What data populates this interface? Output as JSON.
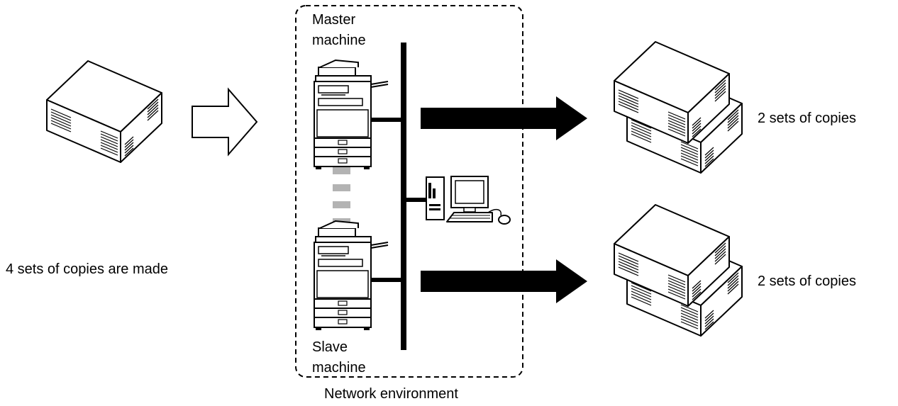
{
  "labels": {
    "master_line1": "Master",
    "master_line2": "machine",
    "slave_line1": "Slave",
    "slave_line2": "machine",
    "source_caption": "4 sets of copies are made",
    "output_top": "2 sets of copies",
    "output_bottom": "2 sets of copies",
    "network": "Network environment"
  },
  "icons": {
    "source_document": "paper-stack-icon",
    "process_arrow": "hollow-arrow-icon",
    "master_device": "copier-icon",
    "slave_device": "copier-icon",
    "computer": "desktop-computer-icon",
    "output_arrow": "solid-arrow-icon",
    "output_stack": "paper-stack-icon"
  },
  "colors": {
    "line": "#000000",
    "link_dashes": "#b3b3b3",
    "paper": "#ffffff"
  }
}
